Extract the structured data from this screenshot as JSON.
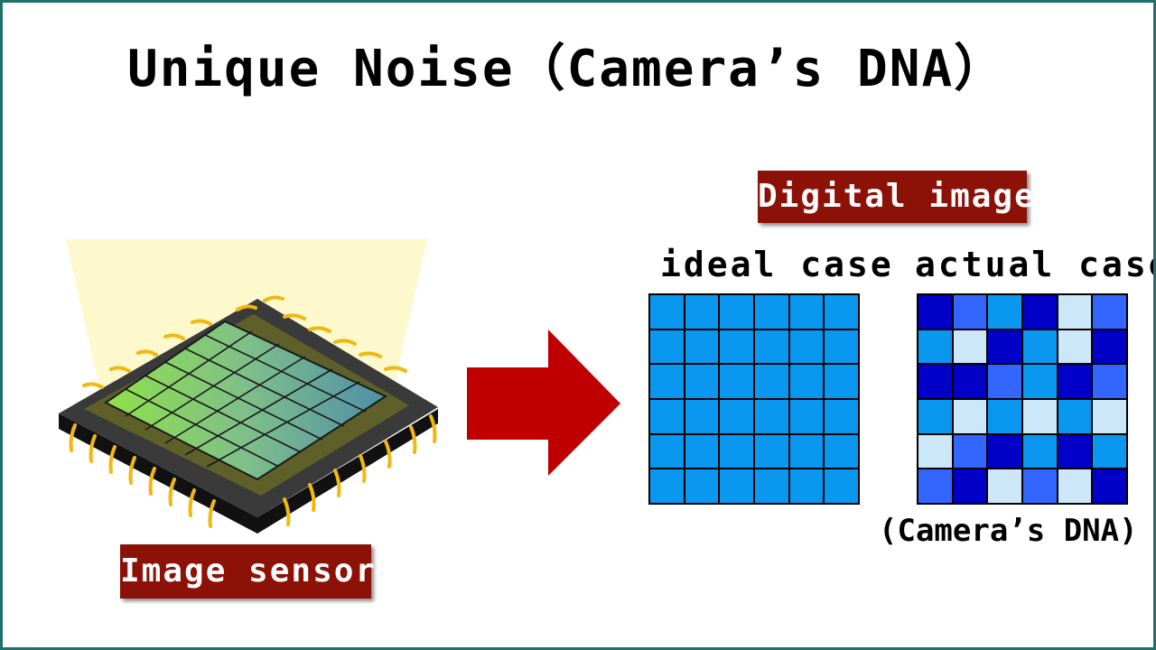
{
  "title": "Unique Noise（Camera’s DNA）",
  "labels": {
    "digital_image": "Digital image",
    "image_sensor": "Image sensor",
    "ideal_case": "ideal case",
    "actual_case": "actual case",
    "cameras_dna": "(Camera’s DNA)"
  },
  "colors": {
    "ideal_cell": "#0a97f0",
    "label_bg": "#8c1208",
    "arrow": "#c00000",
    "pin": "#f2b80f",
    "border": "#1f6f6a"
  },
  "grids": {
    "ideal": [
      [
        "#0a97f0",
        "#0a97f0",
        "#0a97f0",
        "#0a97f0",
        "#0a97f0",
        "#0a97f0"
      ],
      [
        "#0a97f0",
        "#0a97f0",
        "#0a97f0",
        "#0a97f0",
        "#0a97f0",
        "#0a97f0"
      ],
      [
        "#0a97f0",
        "#0a97f0",
        "#0a97f0",
        "#0a97f0",
        "#0a97f0",
        "#0a97f0"
      ],
      [
        "#0a97f0",
        "#0a97f0",
        "#0a97f0",
        "#0a97f0",
        "#0a97f0",
        "#0a97f0"
      ],
      [
        "#0a97f0",
        "#0a97f0",
        "#0a97f0",
        "#0a97f0",
        "#0a97f0",
        "#0a97f0"
      ],
      [
        "#0a97f0",
        "#0a97f0",
        "#0a97f0",
        "#0a97f0",
        "#0a97f0",
        "#0a97f0"
      ]
    ],
    "actual": [
      [
        "#0000c8",
        "#3366ff",
        "#0a97f0",
        "#0000c8",
        "#cce8f8",
        "#3366ff"
      ],
      [
        "#0a97f0",
        "#cce8f8",
        "#0000c8",
        "#0a97f0",
        "#cce8f8",
        "#0000c8"
      ],
      [
        "#0000c8",
        "#0000c8",
        "#3366ff",
        "#0a97f0",
        "#0000c8",
        "#3366ff"
      ],
      [
        "#0a97f0",
        "#cce8f8",
        "#0a97f0",
        "#cce8f8",
        "#0a97f0",
        "#cce8f8"
      ],
      [
        "#cce8f8",
        "#3366ff",
        "#0000c8",
        "#0a97f0",
        "#0000c8",
        "#0a97f0"
      ],
      [
        "#3366ff",
        "#0000c8",
        "#cce8f8",
        "#3366ff",
        "#cce8f8",
        "#0000c8"
      ]
    ]
  }
}
